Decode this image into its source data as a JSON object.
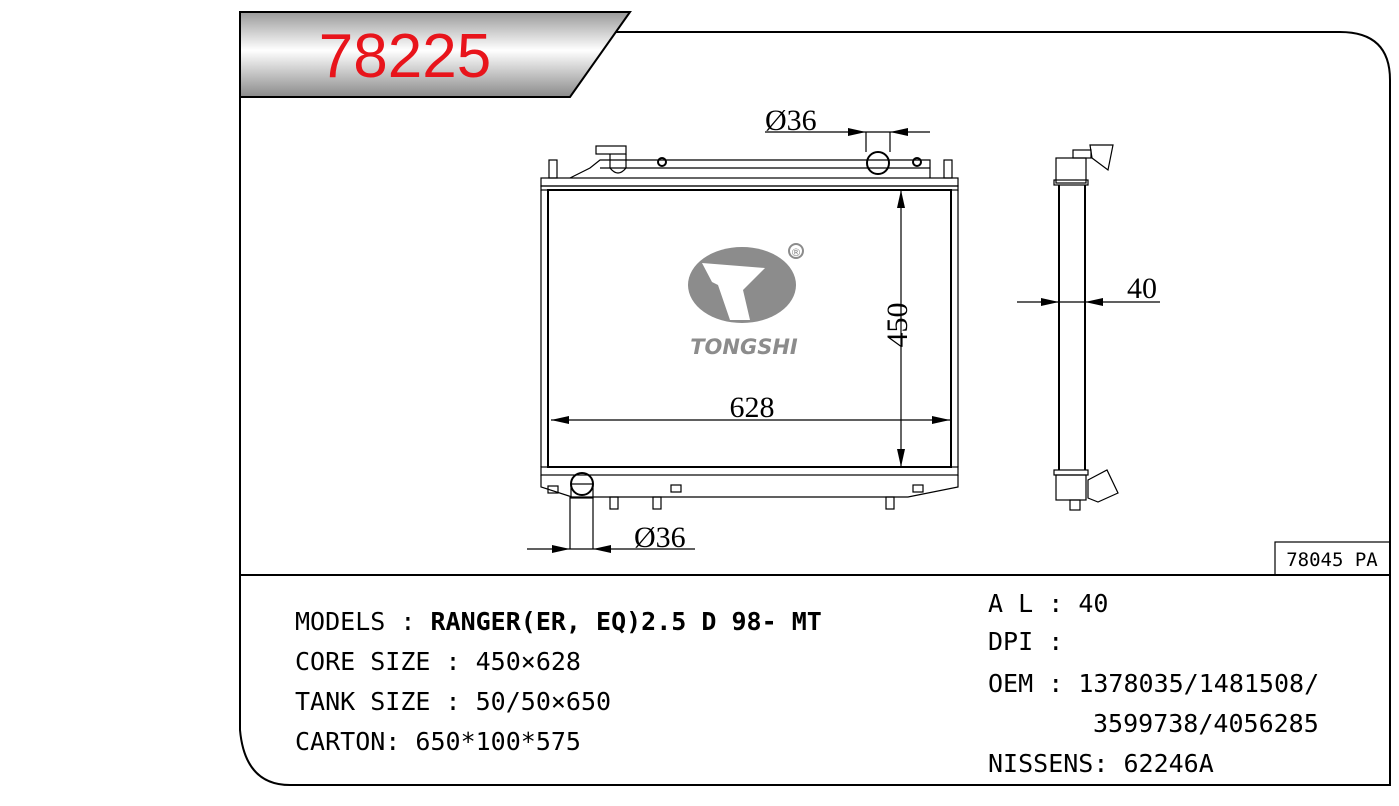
{
  "title": "78225",
  "title_color": "#e8141b",
  "ref_code": "78045 PA",
  "logo": {
    "text": "TONGSHI",
    "registered": "®",
    "color": "#8c8c8c"
  },
  "dimensions": {
    "inlet_diameter": "Ø36",
    "outlet_diameter": "Ø36",
    "core_height": "450",
    "core_width": "628",
    "core_thickness": "40"
  },
  "specs_left": [
    {
      "label": "MODELS : ",
      "value": "RANGER(ER, EQ)2.5 D 98- MT"
    },
    {
      "label": "CORE SIZE : ",
      "value": "450×628"
    },
    {
      "label": "TANK SIZE : ",
      "value": "50/50×650"
    },
    {
      "label": "CARTON: ",
      "value": "650*100*575"
    }
  ],
  "specs_right": [
    {
      "label": "A L : ",
      "value": "40"
    },
    {
      "label": "DPI : ",
      "value": ""
    },
    {
      "label": "OEM : ",
      "value": "1378035/1481508/"
    },
    {
      "label": "",
      "value": "3599738/4056285"
    },
    {
      "label": "NISSENS: ",
      "value": "62246A"
    }
  ]
}
